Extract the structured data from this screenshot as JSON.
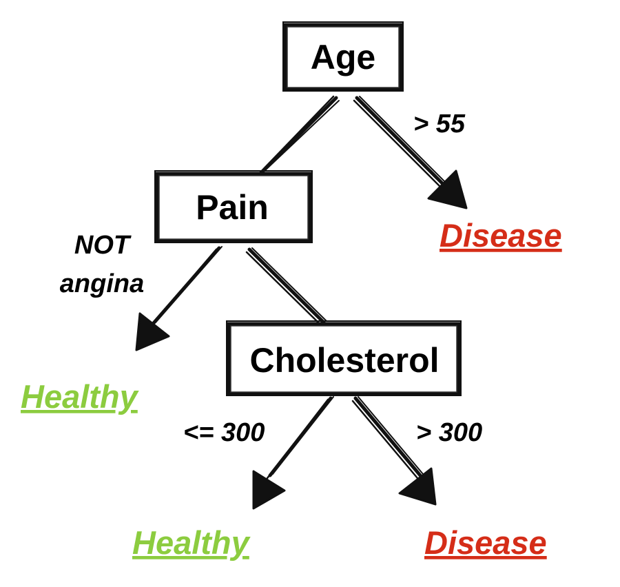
{
  "nodes": {
    "age": "Age",
    "pain": "Pain",
    "cholesterol": "Cholesterol"
  },
  "edges": {
    "age_right": "> 55",
    "pain_left_line1": "NOT",
    "pain_left_line2": "angina",
    "chol_left": "<= 300",
    "chol_right": "> 300"
  },
  "leaves": {
    "age_right": "Disease",
    "pain_left": "Healthy",
    "chol_left": "Healthy",
    "chol_right": "Disease"
  },
  "colors": {
    "healthy": "#8ccc3f",
    "disease": "#d52d18",
    "ink": "#111111"
  }
}
